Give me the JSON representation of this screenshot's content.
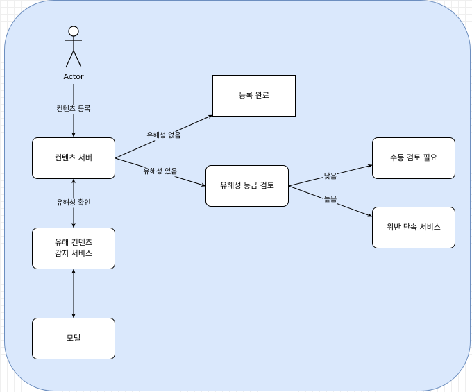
{
  "diagram": {
    "actor": {
      "label": "Actor"
    },
    "nodes": {
      "content_server": "컨텐츠 서버",
      "registration_complete": "등록 완료",
      "harmfulness_grade_review": "유해성 등급 검토",
      "manual_review_needed": "수동 검토 필요",
      "violation_enforcement_service": "위반 단속 서비스",
      "harmful_content_detection_service": "유해 컨텐츠\n감지 서비스",
      "model": "모델"
    },
    "edges": {
      "actor_to_server": "컨텐츠 등록",
      "server_to_complete": "유해성 없음",
      "server_to_review": "유해성 있음",
      "review_to_manual": "낮음",
      "review_to_violation": "높음",
      "server_detection": "유해성 확인"
    }
  },
  "colors": {
    "container_fill": "#dae8fc",
    "container_stroke": "#6c8ebf",
    "node_fill": "#ffffff",
    "stroke": "#000000"
  }
}
